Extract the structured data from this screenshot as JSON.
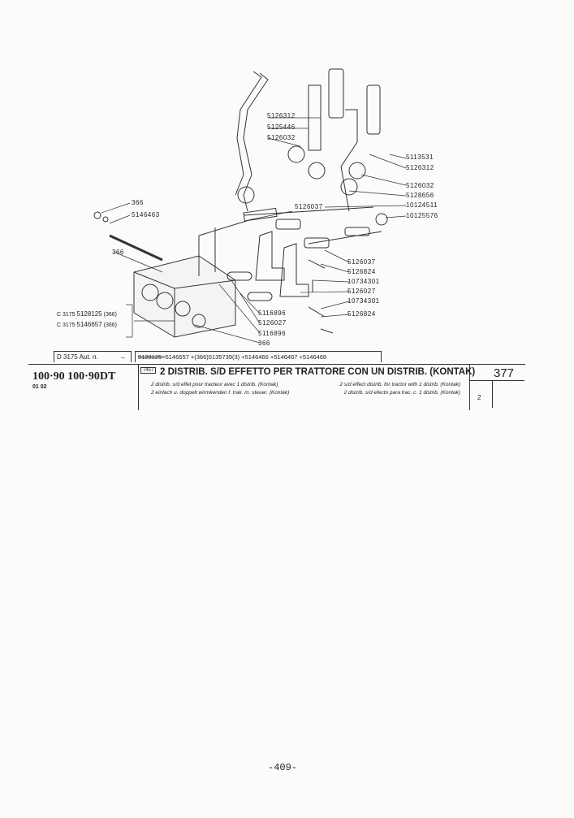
{
  "diagram": {
    "callouts": [
      {
        "id": "c1",
        "text": "366"
      },
      {
        "id": "c2",
        "text": "5146463"
      },
      {
        "id": "c3",
        "text": "5126312"
      },
      {
        "id": "c4",
        "text": "5125446"
      },
      {
        "id": "c5",
        "text": "5126032"
      },
      {
        "id": "c6",
        "text": "5113531"
      },
      {
        "id": "c7",
        "text": "5126312"
      },
      {
        "id": "c8",
        "text": "5126032"
      },
      {
        "id": "c9",
        "text": "5128656"
      },
      {
        "id": "c10",
        "text": "10124511"
      },
      {
        "id": "c11",
        "text": "10125576"
      },
      {
        "id": "c12",
        "text": "5126037"
      },
      {
        "id": "c13",
        "text": "366"
      },
      {
        "id": "c14",
        "text": "5126037"
      },
      {
        "id": "c15",
        "text": "5126824"
      },
      {
        "id": "c16",
        "text": "10734301"
      },
      {
        "id": "c17",
        "text": "5126027"
      },
      {
        "id": "c18",
        "text": "10734301"
      },
      {
        "id": "c19",
        "text": "5126824"
      },
      {
        "id": "c20",
        "text": "5116896"
      },
      {
        "id": "c21",
        "text": "5126027"
      },
      {
        "id": "c22",
        "text": "5116896"
      },
      {
        "id": "c23",
        "text": "366"
      }
    ],
    "variants": [
      {
        "code": "C 3175",
        "part": "5128125",
        "qual": "(366)"
      },
      {
        "code": "C 3175",
        "part": "5146657",
        "qual": "(366)"
      }
    ]
  },
  "footer": {
    "aut_label": "D 3175 Aut. n.",
    "arrow": "→",
    "supersede_struck": "5128125",
    "supersede_rest": "=5146657 +(366)5135739(3) +5146466 +5146467 +5146468",
    "models": "100·90 100·90DT",
    "model_codes": "01 02",
    "ref_box": "7457",
    "title": "2 DISTRIB. S/D EFFETTO PER TRATTORE CON UN DISTRIB. (KONTAK)",
    "fr": "2 distrib. s/d effet pour tracteur avec 1 distrib. (Kontak)",
    "en": "2 s/d effect distrib. for tractor with 1 distrib. (Kontak)",
    "de": "2 einfach u. doppelt wirmkenden f. trak. m. steuer. (Kontak)",
    "es": "2 distrib. s/d efecto para trac. c. 1 distrib. (Kontak)",
    "table_no": "377",
    "qty": "2"
  },
  "page_number": "-409-"
}
